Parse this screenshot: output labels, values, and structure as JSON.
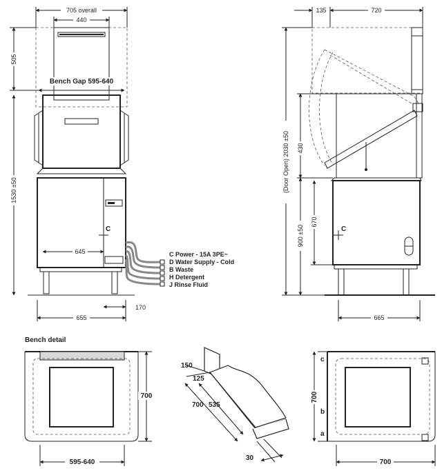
{
  "front": {
    "overall_width": "705 overall",
    "hood_width": "440",
    "hood_height": "505",
    "bench_gap": "Bench Gap 595-640",
    "total_height": "1530 ±50",
    "service_width": "645",
    "base_width": "655",
    "connection_offset": "170",
    "power_marker": "C"
  },
  "legend": {
    "items": [
      "C Power - 15A 3PE~",
      "D Water Supply - Cold",
      "B Waste",
      "H Detergent",
      "J Rinse Fluid"
    ]
  },
  "side": {
    "offset_top": "135",
    "depth_top": "720",
    "door_open_height": "(Door Open) 2030 ±50",
    "opening_height": "430",
    "bench_height": "900 ±50",
    "body_height": "670",
    "base_depth": "665",
    "power_marker": "C"
  },
  "bench_detail": {
    "title": "Bench detail",
    "height": "700",
    "width": "595-640"
  },
  "iso_detail": {
    "rise": "150",
    "step": "125",
    "length": "700",
    "inner_length": "535",
    "lip": "30"
  },
  "plan_detail": {
    "height": "700",
    "width": "700",
    "marker_c": "c",
    "marker_b": "b",
    "marker_a": "a"
  }
}
